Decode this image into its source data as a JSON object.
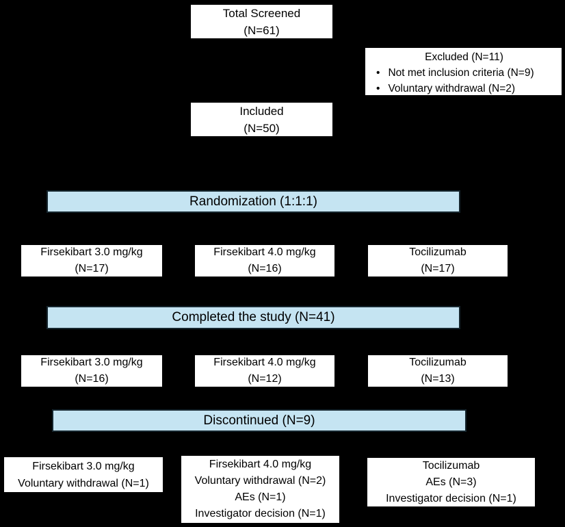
{
  "colors": {
    "background": "#000000",
    "box_fill": "#ffffff",
    "box_border": "#000000",
    "bar_fill": "#c5e4f2",
    "text": "#000000"
  },
  "flow": {
    "total_screened": {
      "line1": "Total Screened",
      "line2": "(N=61)"
    },
    "excluded": {
      "title": "Excluded (N=11)",
      "bullets": [
        "Not met inclusion criteria (N=9)",
        "Voluntary withdrawal (N=2)"
      ]
    },
    "included": {
      "line1": "Included",
      "line2": "(N=50)"
    },
    "randomization_bar": "Randomization (1:1:1)",
    "arms_randomized": [
      {
        "line1": "Firsekibart 3.0 mg/kg",
        "line2": "(N=17)"
      },
      {
        "line1": "Firsekibart 4.0 mg/kg",
        "line2": "(N=16)"
      },
      {
        "line1": "Tocilizumab",
        "line2": "(N=17)"
      }
    ],
    "completed_bar": "Completed the study (N=41)",
    "arms_completed": [
      {
        "line1": "Firsekibart 3.0 mg/kg",
        "line2": "(N=16)"
      },
      {
        "line1": "Firsekibart 4.0 mg/kg",
        "line2": "(N=12)"
      },
      {
        "line1": "Tocilizumab",
        "line2": "(N=13)"
      }
    ],
    "discontinued_bar": "Discontinued (N=9)",
    "arms_discontinued": [
      {
        "lines": [
          "Firsekibart 3.0 mg/kg",
          "Voluntary withdrawal (N=1)"
        ]
      },
      {
        "lines": [
          "Firsekibart 4.0 mg/kg",
          "Voluntary withdrawal (N=2)",
          "AEs (N=1)",
          "Investigator decision (N=1)"
        ]
      },
      {
        "lines": [
          "Tocilizumab",
          "AEs (N=3)",
          "Investigator decision (N=1)"
        ]
      }
    ]
  }
}
